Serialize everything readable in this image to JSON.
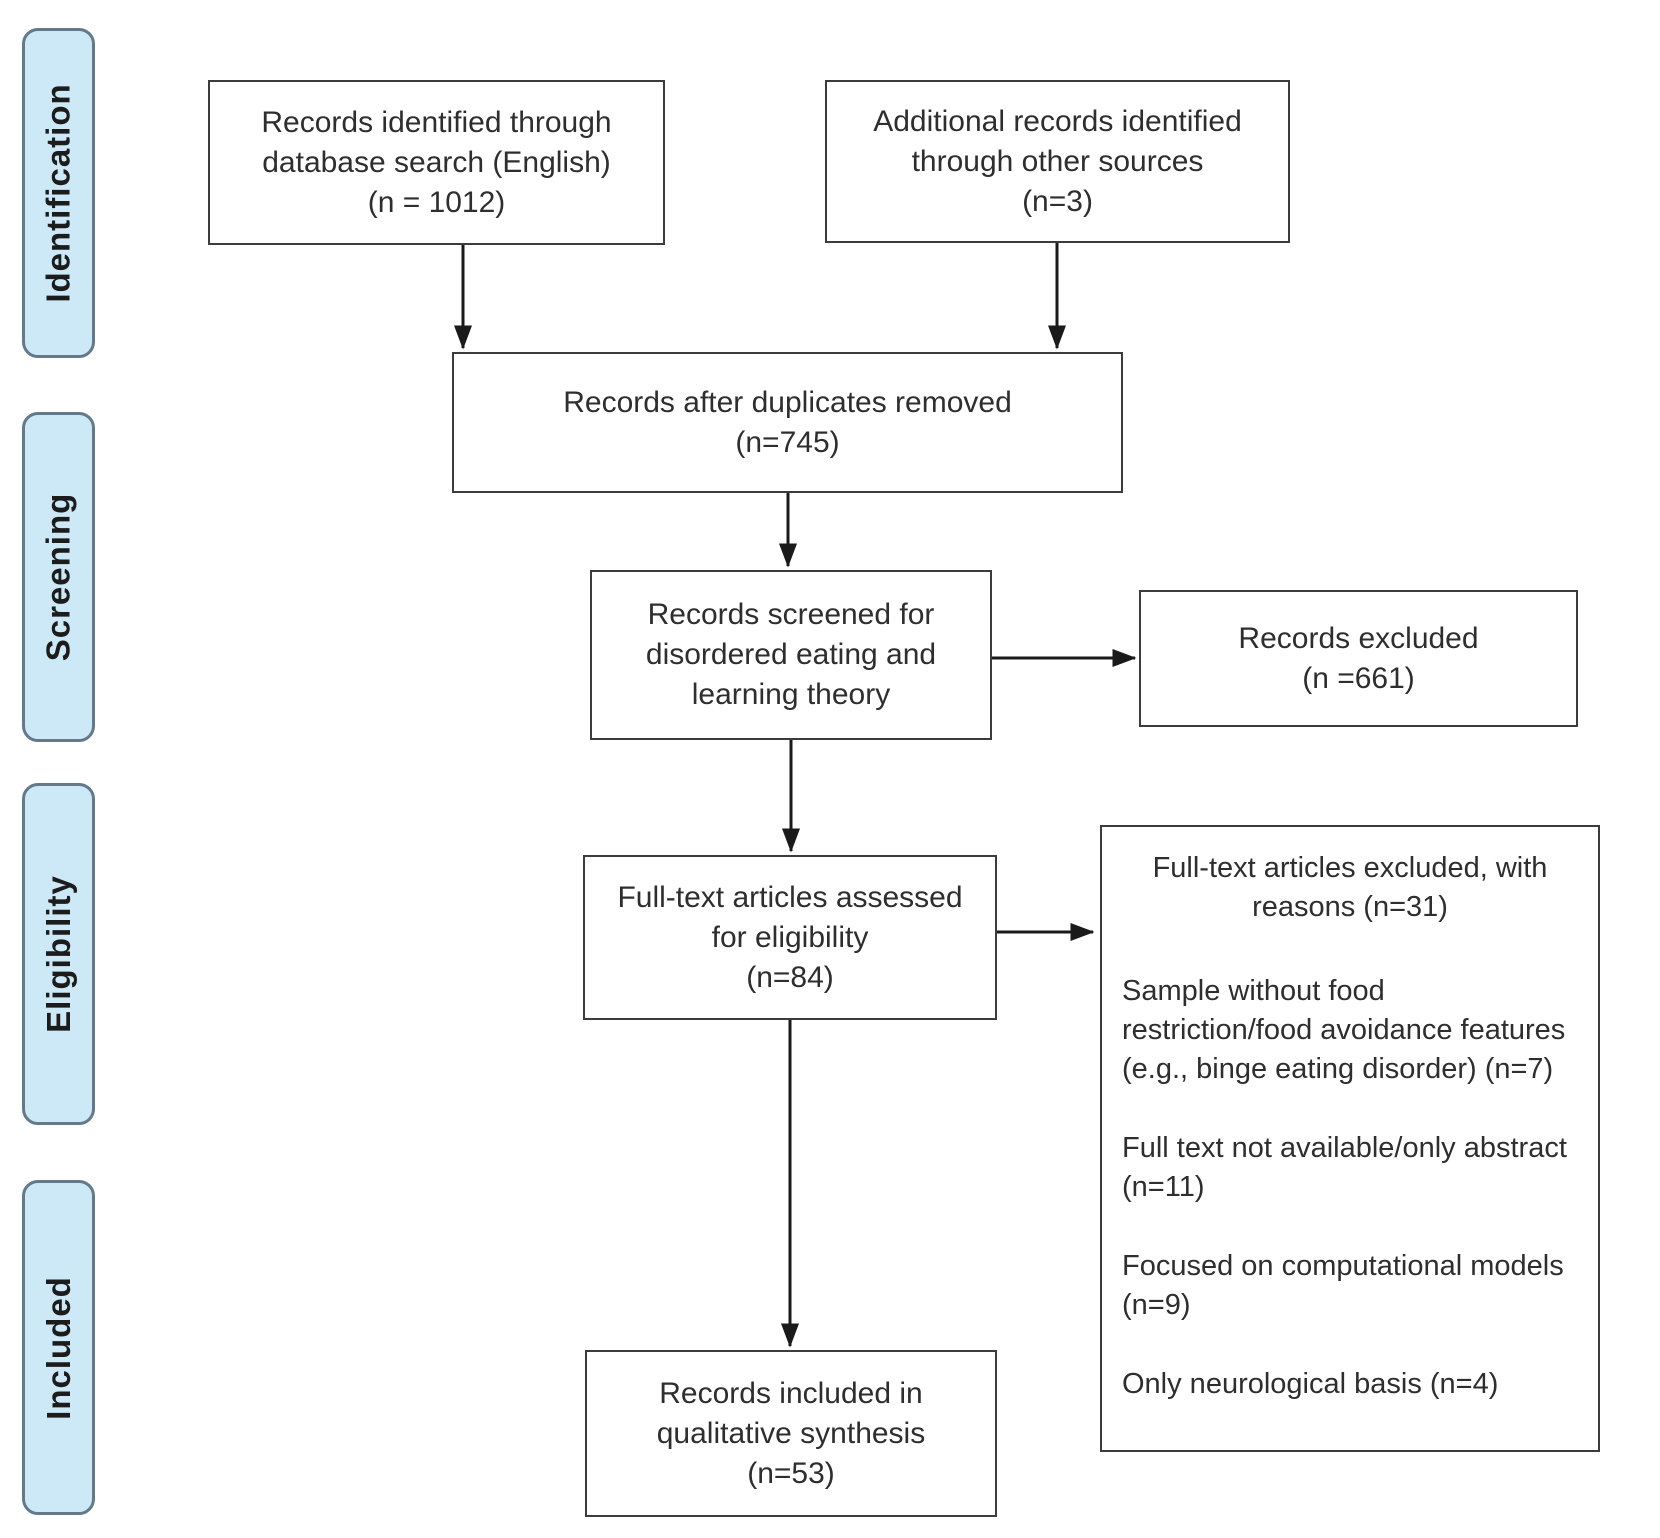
{
  "stages": [
    {
      "label": "Identification"
    },
    {
      "label": "Screening"
    },
    {
      "label": "Eligibility"
    },
    {
      "label": "Included"
    }
  ],
  "boxes": {
    "identified": {
      "lines": [
        "Records identified through",
        "database search (English)",
        "(n = 1012)"
      ]
    },
    "additional": {
      "lines": [
        "Additional records identified",
        "through other sources",
        "(n=3)"
      ]
    },
    "duplicates": {
      "lines": [
        "Records after duplicates removed",
        "(n=745)"
      ]
    },
    "screened": {
      "lines": [
        "Records screened for",
        "disordered eating and",
        "learning theory"
      ]
    },
    "excluded": {
      "lines": [
        "Records excluded",
        "(n =661)"
      ]
    },
    "fulltext": {
      "lines": [
        "Full-text articles assessed",
        "for eligibility",
        "(n=84)"
      ]
    },
    "excluded_reasons": {
      "header_lines": [
        "Full-text articles excluded, with",
        "reasons (n=31)"
      ],
      "reasons": [
        {
          "lines": [
            "Sample without food",
            "restriction/food avoidance features",
            "(e.g., binge eating disorder) (n=7)"
          ]
        },
        {
          "lines": [
            "Full text not available/only abstract",
            "(n=11)"
          ]
        },
        {
          "lines": [
            "Focused on computational models",
            "(n=9)"
          ]
        },
        {
          "lines": [
            "Only neurological basis (n=4)"
          ]
        }
      ]
    },
    "included": {
      "lines": [
        "Records included in",
        "qualitative synthesis",
        "(n=53)"
      ]
    }
  },
  "colors": {
    "stage_fill": "#cde9f8",
    "stage_border": "#64798a",
    "box_border": "#3c3c3c",
    "arrow": "#1a1a1a"
  }
}
